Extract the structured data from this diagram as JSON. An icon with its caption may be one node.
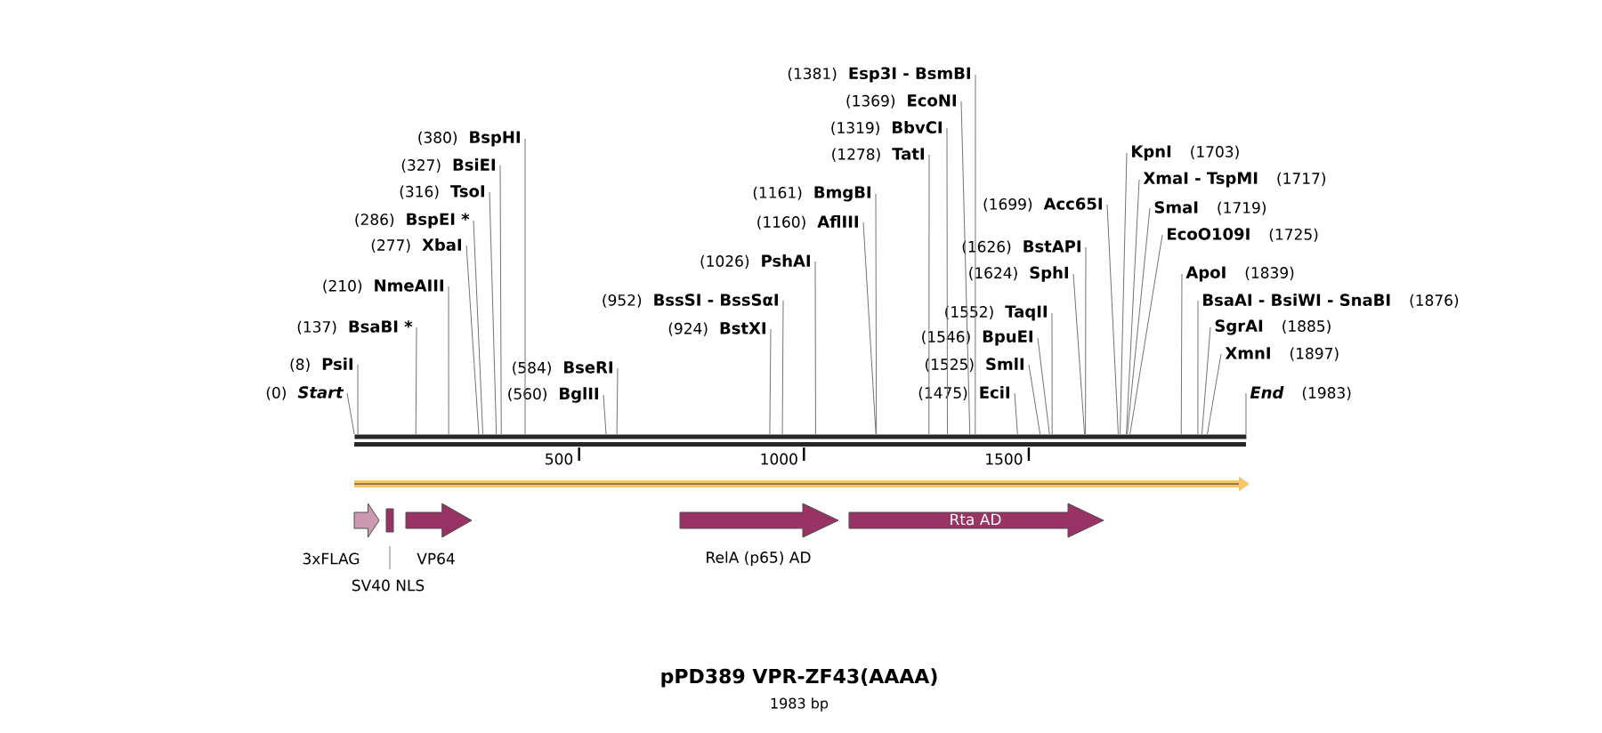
{
  "diagram": {
    "title": "pPD389 VPR-ZF43(AAAA)",
    "caption": "1983 bp",
    "nodes": [
      {
        "text": [],
        "shape": "bar"
      },
      {
        "text": [
          "(0)",
          "Start"
        ]
      },
      {
        "text": [
          "(8)",
          "PsiI"
        ]
      },
      {
        "text": [
          "(137)",
          "BsaBI *"
        ]
      },
      {
        "text": [
          "(210)",
          "NmeAIII"
        ]
      },
      {
        "text": [
          "(277)",
          "XbaI"
        ]
      },
      {
        "text": [
          "(286)",
          "BspEI *"
        ]
      },
      {
        "text": [
          "(316)",
          "TsoI"
        ]
      },
      {
        "text": [
          "(327)",
          "BsiEI"
        ]
      },
      {
        "text": [
          "(380)",
          "BspHI"
        ]
      },
      {
        "text": [
          "(560)",
          "BglII"
        ]
      },
      {
        "text": [
          "(584)",
          "BseRI"
        ]
      },
      {
        "text": [
          "(924)",
          "BstXI"
        ]
      },
      {
        "text": [
          "(952)",
          "BssSI - BssSαI"
        ]
      },
      {
        "text": [
          "(1026)",
          "PshAI"
        ]
      },
      {
        "text": [
          "(1160)",
          "AflIII"
        ]
      },
      {
        "text": [
          "(1161)",
          "BmgBI"
        ]
      },
      {
        "text": [
          "(1278)",
          "TatI"
        ]
      },
      {
        "text": [
          "(1319)",
          "BbvCI"
        ]
      },
      {
        "text": [
          "(1369)",
          "EcoNI"
        ]
      },
      {
        "text": [
          "(1381)",
          "Esp3I - BsmBI"
        ]
      },
      {
        "text": [
          "(1475)",
          "EciI"
        ]
      },
      {
        "text": [
          "(1525)",
          "SmlI"
        ]
      },
      {
        "text": [
          "(1546)",
          "BpuEI"
        ]
      },
      {
        "text": [
          "(1552)",
          "TaqII"
        ]
      },
      {
        "text": [
          "(1624)",
          "SphI"
        ]
      },
      {
        "text": [
          "(1626)",
          "BstAPI"
        ]
      },
      {
        "text": [
          "(1699)",
          "Acc65I"
        ]
      },
      {
        "text": [
          "KpnI",
          "(1703)"
        ]
      },
      {
        "text": [
          "XmaI - TspMI",
          "(1717)"
        ]
      },
      {
        "text": [
          "SmaI",
          "(1719)"
        ]
      },
      {
        "text": [
          "EcoO109I",
          "(1725)"
        ]
      },
      {
        "text": [
          "ApoI",
          "(1839)"
        ]
      },
      {
        "text": [
          "BsaAI - BsiWI - SnaBI",
          "(1876)"
        ]
      },
      {
        "text": [
          "SgrAI",
          "(1885)"
        ]
      },
      {
        "text": [
          "XmnI",
          "(1897)"
        ]
      },
      {
        "text": [
          "End",
          "(1983)"
        ]
      },
      {
        "text": [],
        "shape": "arrow"
      },
      {
        "text": [
          "3xFLAG"
        ]
      },
      {
        "text": [
          "SV40 NLS"
        ]
      },
      {
        "text": [
          "VP64"
        ]
      },
      {
        "text": [
          "RelA (p65) AD"
        ]
      },
      {
        "text": [
          "Rta AD"
        ]
      }
    ],
    "edges": [
      {
        "from": 1,
        "to": 0,
        "arrow": "none"
      },
      {
        "from": 2,
        "to": 0,
        "arrow": "none"
      },
      {
        "from": 3,
        "to": 0,
        "arrow": "none"
      },
      {
        "from": 4,
        "to": 0,
        "arrow": "none"
      },
      {
        "from": 5,
        "to": 0,
        "arrow": "none"
      },
      {
        "from": 6,
        "to": 0,
        "arrow": "none"
      },
      {
        "from": 7,
        "to": 0,
        "arrow": "none"
      },
      {
        "from": 8,
        "to": 0,
        "arrow": "none"
      },
      {
        "from": 9,
        "to": 0,
        "arrow": "none"
      },
      {
        "from": 10,
        "to": 0,
        "arrow": "none"
      },
      {
        "from": 11,
        "to": 0,
        "arrow": "none"
      },
      {
        "from": 12,
        "to": 0,
        "arrow": "none"
      },
      {
        "from": 13,
        "to": 0,
        "arrow": "none"
      },
      {
        "from": 14,
        "to": 0,
        "arrow": "none"
      },
      {
        "from": 15,
        "to": 0,
        "arrow": "none"
      },
      {
        "from": 16,
        "to": 0,
        "arrow": "none"
      },
      {
        "from": 17,
        "to": 0,
        "arrow": "none"
      },
      {
        "from": 18,
        "to": 0,
        "arrow": "none"
      },
      {
        "from": 19,
        "to": 0,
        "arrow": "none"
      },
      {
        "from": 20,
        "to": 0,
        "arrow": "none"
      },
      {
        "from": 21,
        "to": 0,
        "arrow": "none"
      },
      {
        "from": 22,
        "to": 0,
        "arrow": "none"
      },
      {
        "from": 23,
        "to": 0,
        "arrow": "none"
      },
      {
        "from": 24,
        "to": 0,
        "arrow": "none"
      },
      {
        "from": 25,
        "to": 0,
        "arrow": "none"
      },
      {
        "from": 26,
        "to": 0,
        "arrow": "none"
      },
      {
        "from": 27,
        "to": 0,
        "arrow": "none"
      },
      {
        "from": 28,
        "to": 0,
        "arrow": "none"
      },
      {
        "from": 29,
        "to": 0,
        "arrow": "none"
      },
      {
        "from": 30,
        "to": 0,
        "arrow": "none"
      },
      {
        "from": 31,
        "to": 0,
        "arrow": "none"
      },
      {
        "from": 32,
        "to": 0,
        "arrow": "none"
      },
      {
        "from": 33,
        "to": 0,
        "arrow": "none"
      },
      {
        "from": 34,
        "to": 0,
        "arrow": "none"
      },
      {
        "from": 35,
        "to": 0,
        "arrow": "none"
      },
      {
        "from": 36,
        "to": 0,
        "arrow": "none"
      }
    ],
    "labels": [
      "500",
      "1000",
      "1500"
    ]
  }
}
